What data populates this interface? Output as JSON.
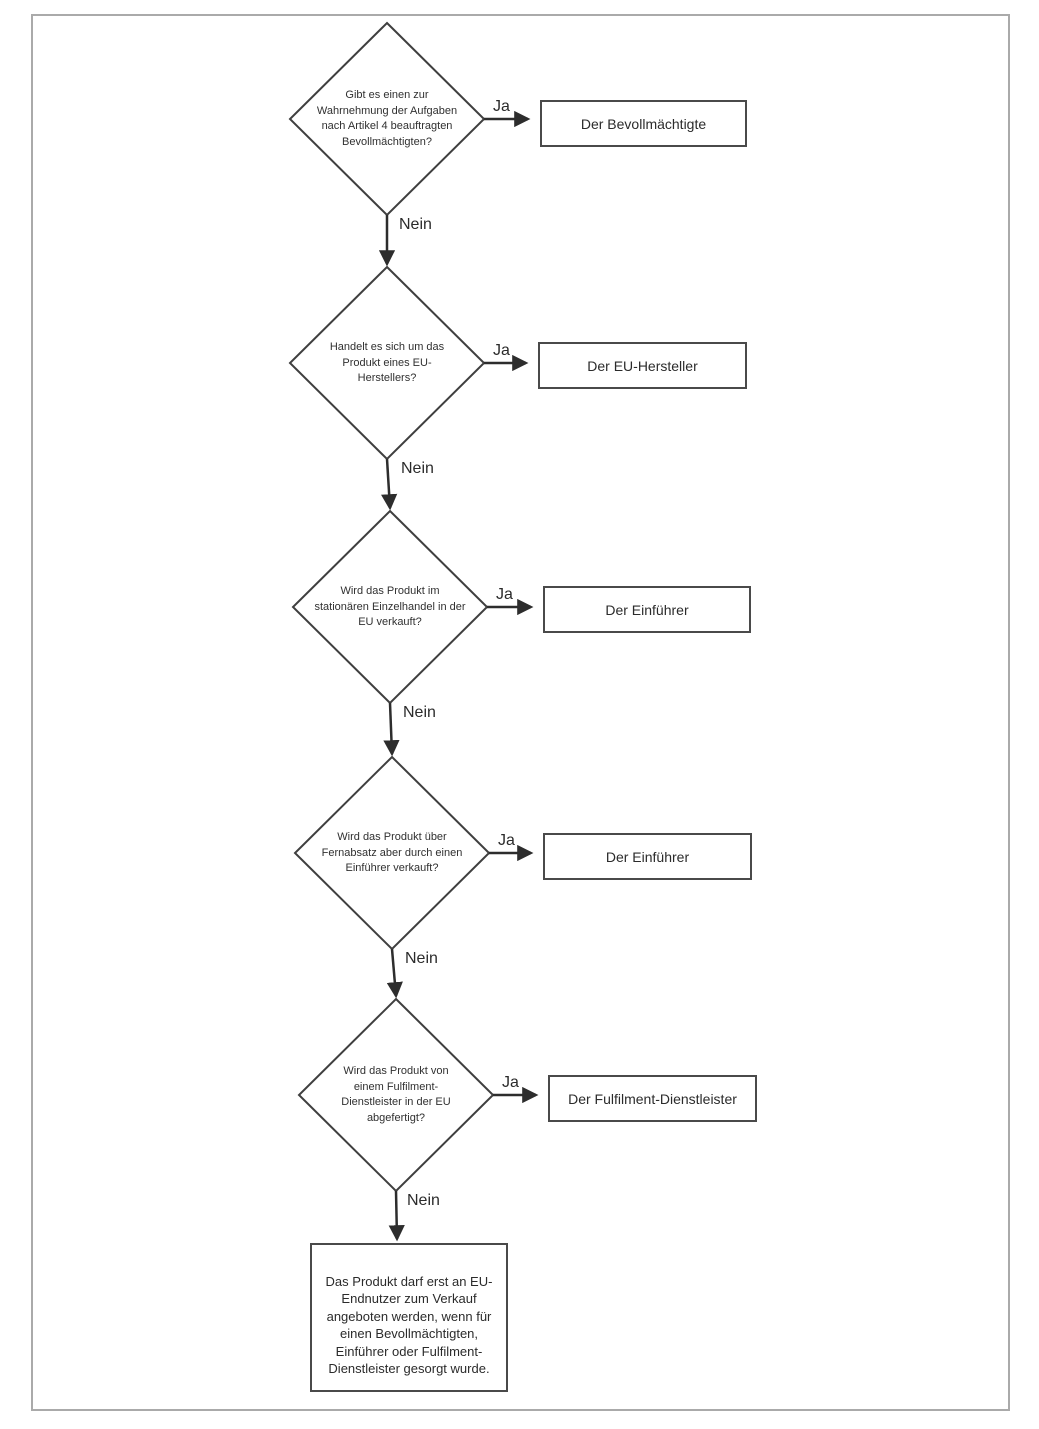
{
  "flowchart": {
    "yes_label": "Ja",
    "no_label": "Nein",
    "steps": [
      {
        "question": "Gibt es einen zur\nWahrnehmung der Aufgaben\nnach Artikel 4 beauftragten\nBevollmächtigten?",
        "result": "Der Bevollmächtigte"
      },
      {
        "question": "Handelt es sich um das\nProdukt eines EU-\nHerstellers?",
        "result": "Der EU-Hersteller"
      },
      {
        "question": "Wird das Produkt im\nstationären Einzelhandel in der\nEU verkauft?",
        "result": "Der Einführer"
      },
      {
        "question": "Wird das Produkt über\nFernabsatz aber durch einen\nEinführer verkauft?",
        "result": "Der Einführer"
      },
      {
        "question": "Wird das Produkt von\neinem Fulfilment-\nDienstleister in der EU\nabgefertigt?",
        "result": "Der Fulfilment-Dienstleister"
      }
    ],
    "final_text": "Das Produkt darf erst an EU-\nEndnutzer zum Verkauf\nangeboten werden, wenn für\neinen Bevollmächtigten,\nEinführer oder Fulfilment-\nDienstleister gesorgt wurde.",
    "colors": {
      "ink": "#2d2d2d",
      "shape_stroke": "#3f3f3f",
      "frame": "#aaaaaa"
    }
  }
}
